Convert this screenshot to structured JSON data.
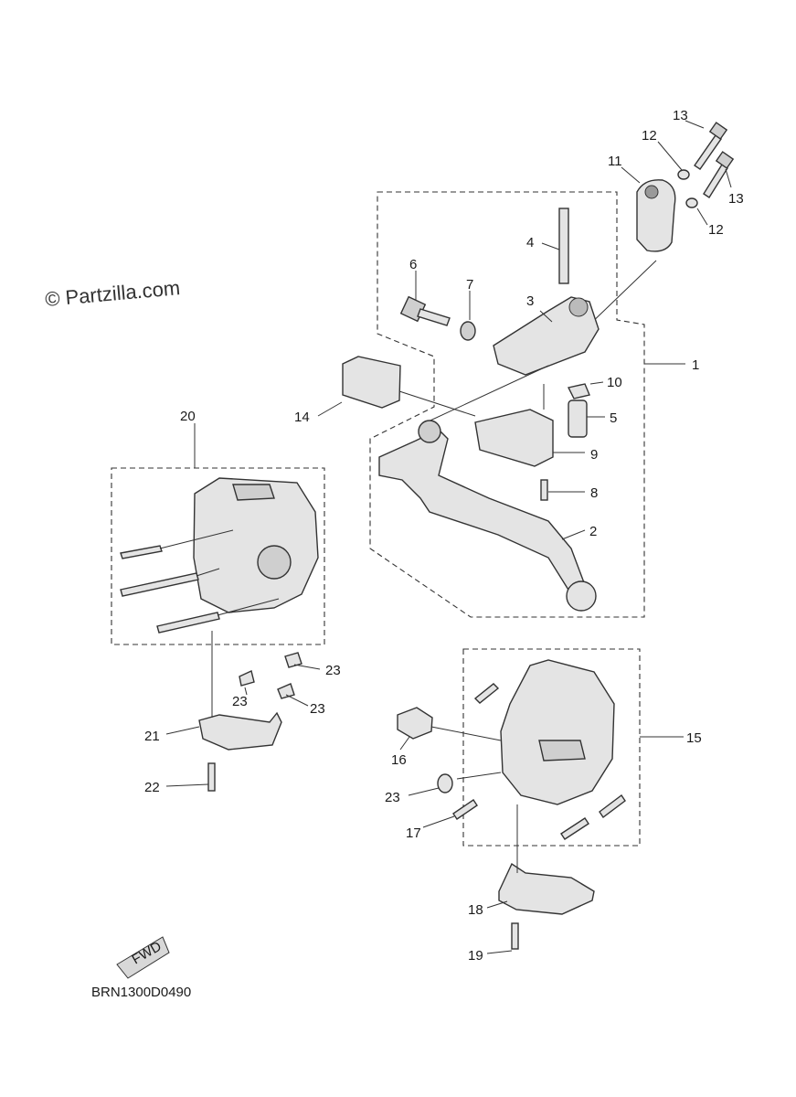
{
  "watermark": "© Partzilla.com",
  "diagram_code": "BRN1300D0490",
  "fwd_badge": "FWD",
  "callouts": [
    {
      "id": "c1",
      "text": "1"
    },
    {
      "id": "c2",
      "text": "2"
    },
    {
      "id": "c3",
      "text": "3"
    },
    {
      "id": "c4",
      "text": "4"
    },
    {
      "id": "c5",
      "text": "5"
    },
    {
      "id": "c6",
      "text": "6"
    },
    {
      "id": "c7",
      "text": "7"
    },
    {
      "id": "c8",
      "text": "8"
    },
    {
      "id": "c9",
      "text": "9"
    },
    {
      "id": "c10",
      "text": "10"
    },
    {
      "id": "c11",
      "text": "11"
    },
    {
      "id": "c12a",
      "text": "12"
    },
    {
      "id": "c12b",
      "text": "12"
    },
    {
      "id": "c13a",
      "text": "13"
    },
    {
      "id": "c13b",
      "text": "13"
    },
    {
      "id": "c14",
      "text": "14"
    },
    {
      "id": "c15",
      "text": "15"
    },
    {
      "id": "c16",
      "text": "16"
    },
    {
      "id": "c17",
      "text": "17"
    },
    {
      "id": "c18",
      "text": "18"
    },
    {
      "id": "c19",
      "text": "19"
    },
    {
      "id": "c20",
      "text": "20"
    },
    {
      "id": "c21",
      "text": "21"
    },
    {
      "id": "c22",
      "text": "22"
    },
    {
      "id": "c23a",
      "text": "23"
    },
    {
      "id": "c23b",
      "text": "23"
    },
    {
      "id": "c23c",
      "text": "23"
    },
    {
      "id": "c23d",
      "text": "23"
    }
  ]
}
